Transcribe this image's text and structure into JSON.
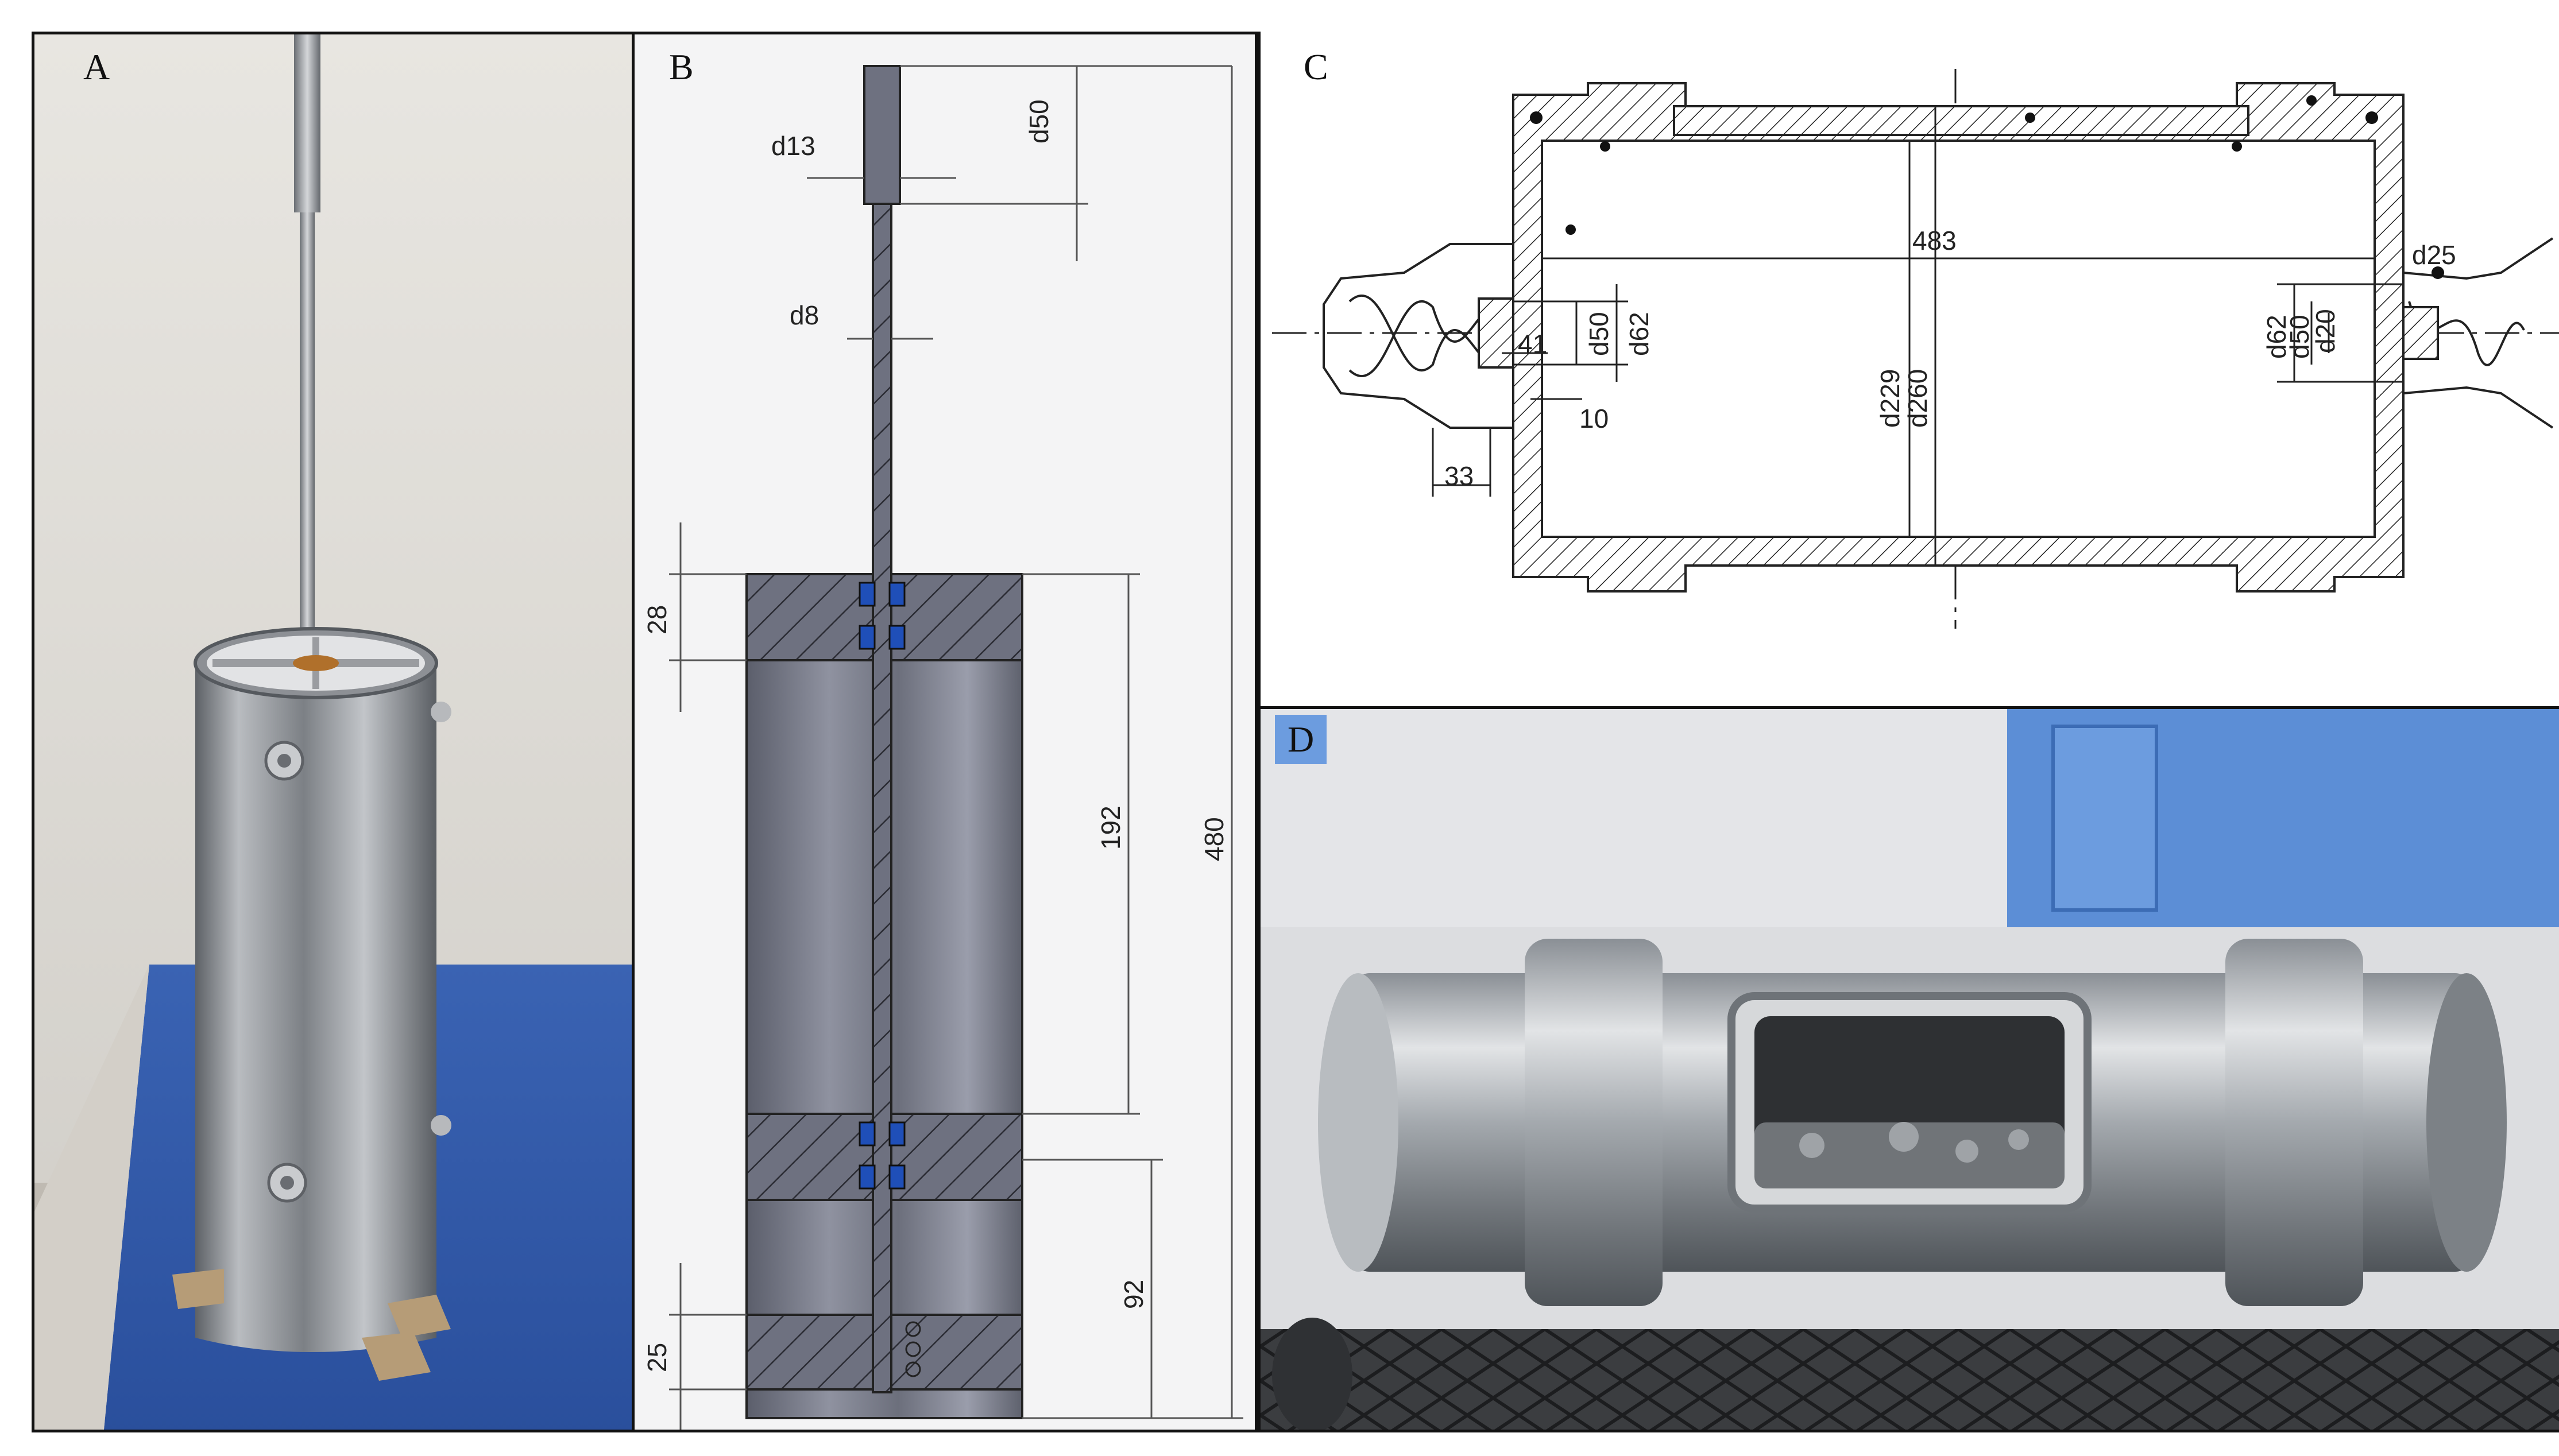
{
  "panels": {
    "a": {
      "label": "A"
    },
    "b": {
      "label": "B",
      "dims": {
        "rod_top": "d13",
        "rod_top_len": "d50",
        "rod": "d8",
        "top_block": "28",
        "middle": "192",
        "overall": "480",
        "lower": "92",
        "bottom_block": "25"
      }
    },
    "c": {
      "label": "C",
      "dims": {
        "length": "483",
        "inner_d": "d229",
        "outer_d": "d260",
        "left_d50": "d50",
        "left_d62": "d62",
        "left_41": "41",
        "left_10": "10",
        "left_33": "33",
        "right_d62": "d62",
        "right_d50": "d50",
        "right_d20": "d20",
        "right_d25": "d25"
      }
    },
    "d": {
      "label": "D"
    }
  },
  "colors": {
    "background": "#ffffff",
    "line": "#222222",
    "cad_fill": "#6e7180",
    "seal_blue": "#1f4fb8",
    "table_blue": "#2f5aa8",
    "wall": "#d9d6d0",
    "steel": "#a9adb1"
  }
}
